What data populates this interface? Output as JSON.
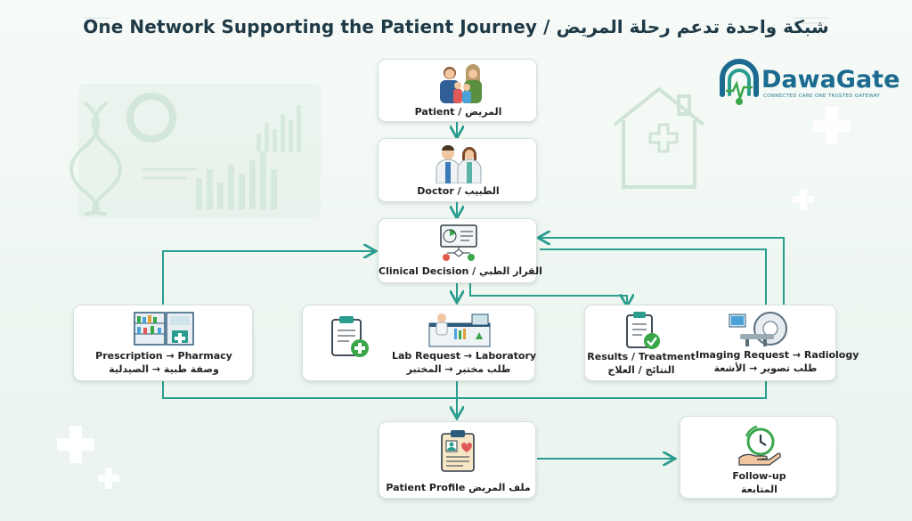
{
  "title": "One Network Supporting the Patient Journey / شبكة واحدة تدعم رحلة المريض",
  "brand": {
    "name": "DawaGate",
    "tagline": "CONNECTED CARE ONE TRUSTED GATEWAY",
    "colors": {
      "teal": "#2a9d8f",
      "blue": "#1b6a8f",
      "green": "#3aa64a"
    }
  },
  "nodes": {
    "patient": {
      "label": "Patient / المريض",
      "icon": "family-icon"
    },
    "doctor": {
      "label": "Doctor / الطبيب",
      "icon": "doctors-icon"
    },
    "clinical_decision": {
      "label": "Clinical Decision / القرار الطبي",
      "icon": "decision-flowchart-icon"
    },
    "prescription": {
      "label_en": "Prescription → Pharmacy",
      "label_ar": "وصفة طبية → الصيدلية",
      "icon": "pharmacy-shelf-icon"
    },
    "lab": {
      "label_en": "Lab Request → Laboratory",
      "label_ar": "طلب مختبر → المختبر",
      "icon": "lab-icon",
      "icon2": "clipboard-plus-icon"
    },
    "results": {
      "label_en": "Results / Treatment",
      "label_ar": "النتائج / العلاج",
      "icon": "clipboard-check-icon"
    },
    "imaging": {
      "label_en": "Imaging Request → Radiology",
      "label_ar": "طلب تصوير → الأشعة",
      "icon": "mri-scanner-icon"
    },
    "patient_profile": {
      "label": "Patient Profile ملف المريض",
      "icon": "profile-clipboard-icon"
    },
    "follow_up": {
      "label_en": "Follow-up",
      "label_ar": "المتابعة",
      "icon": "clock-hand-icon"
    }
  }
}
